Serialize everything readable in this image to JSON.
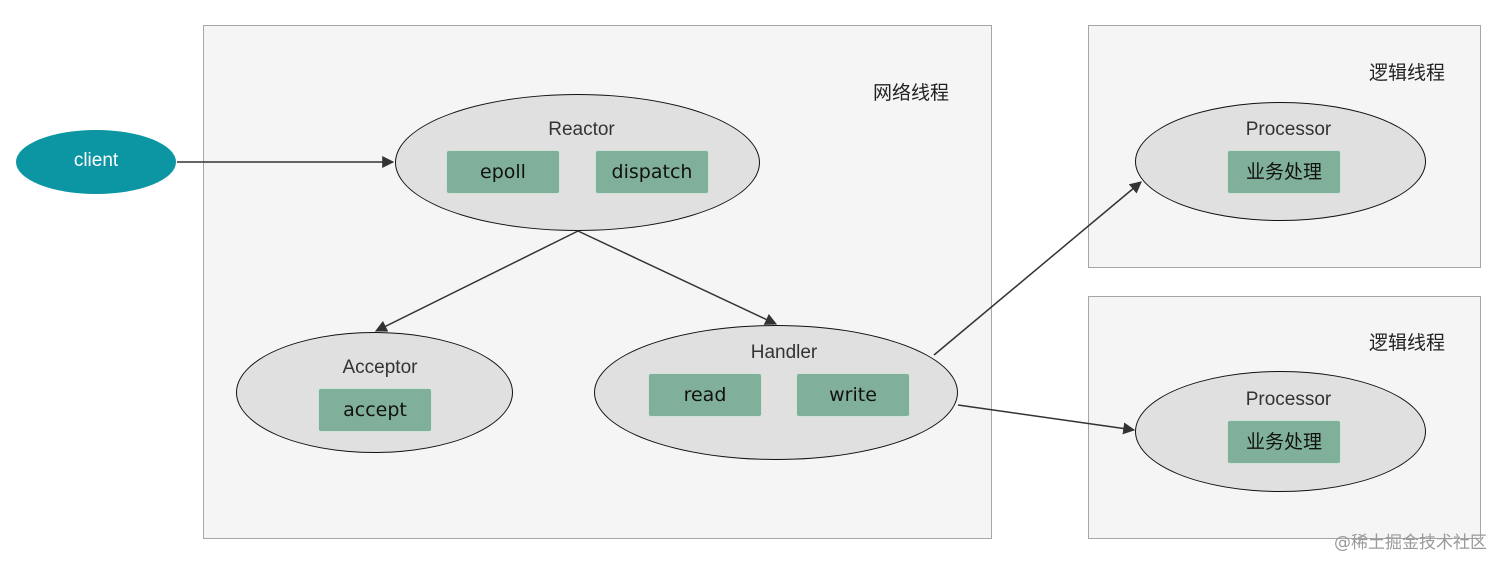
{
  "client": {
    "label": "client"
  },
  "network_thread": {
    "label": "网络线程",
    "reactor": {
      "title": "Reactor",
      "chips": [
        "epoll",
        "dispatch"
      ]
    },
    "acceptor": {
      "title": "Acceptor",
      "chips": [
        "accept"
      ]
    },
    "handler": {
      "title": "Handler",
      "chips": [
        "read",
        "write"
      ]
    }
  },
  "logic_threads": [
    {
      "label": "逻辑线程",
      "processor": {
        "title": "Processor",
        "chip": "业务处理"
      }
    },
    {
      "label": "逻辑线程",
      "processor": {
        "title": "Processor",
        "chip": "业务处理"
      }
    }
  ],
  "watermark": "@稀土掘金技术社区",
  "colors": {
    "client": "#0c95a3",
    "chip": "#80b09a",
    "node": "#e0e0e0",
    "region": "#f5f5f5"
  }
}
